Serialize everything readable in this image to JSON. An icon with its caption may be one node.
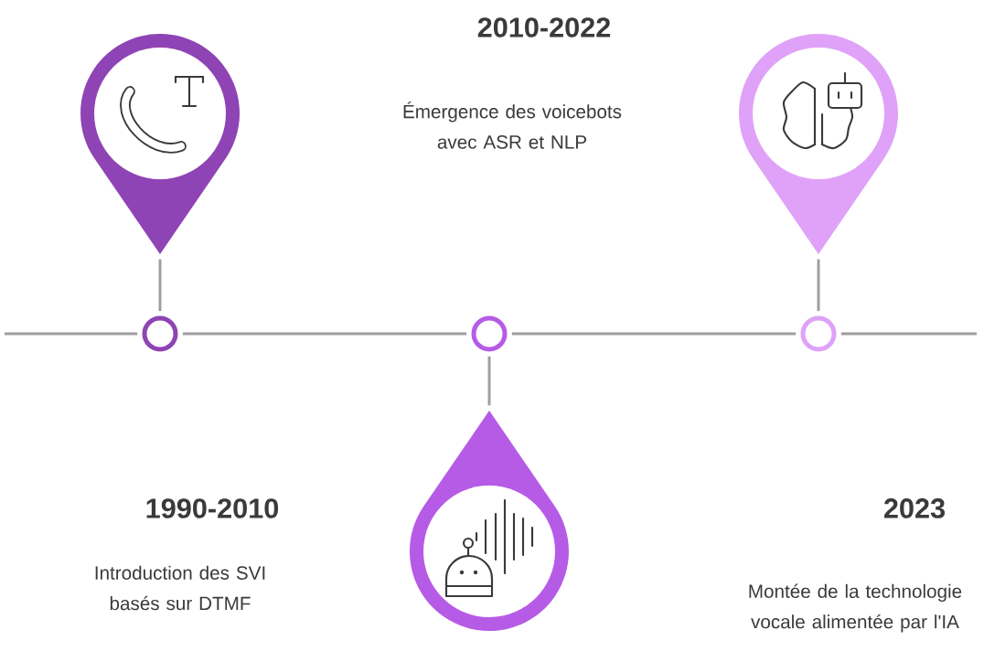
{
  "diagram": {
    "nodes": [
      {
        "text": [],
        "shape": "pin"
      },
      {
        "text": [],
        "shape": "pin"
      },
      {
        "text": [],
        "shape": "pin"
      },
      {
        "text": [],
        "shape": "circle"
      },
      {
        "text": [],
        "shape": "circle"
      },
      {
        "text": [],
        "shape": "circle"
      }
    ],
    "edges": [
      {
        "from": 0,
        "to": 3,
        "arrow": "none"
      },
      {
        "from": 4,
        "to": 1,
        "arrow": "none"
      },
      {
        "from": 2,
        "to": 5,
        "arrow": "none"
      },
      {
        "from": null,
        "to": 3,
        "arrow": "none"
      },
      {
        "from": 3,
        "to": 4,
        "arrow": "none"
      },
      {
        "from": 4,
        "to": 5,
        "arrow": "none"
      },
      {
        "from": 5,
        "to": null,
        "arrow": "none"
      }
    ],
    "labels": [
      "2010-2022",
      "Émergence des voicebots avec ASR et NLP",
      "1990-2010",
      "Introduction des SVI basés sur DTMF",
      "2023",
      "Montée de la technologie vocale alimentée par l'IA"
    ]
  }
}
